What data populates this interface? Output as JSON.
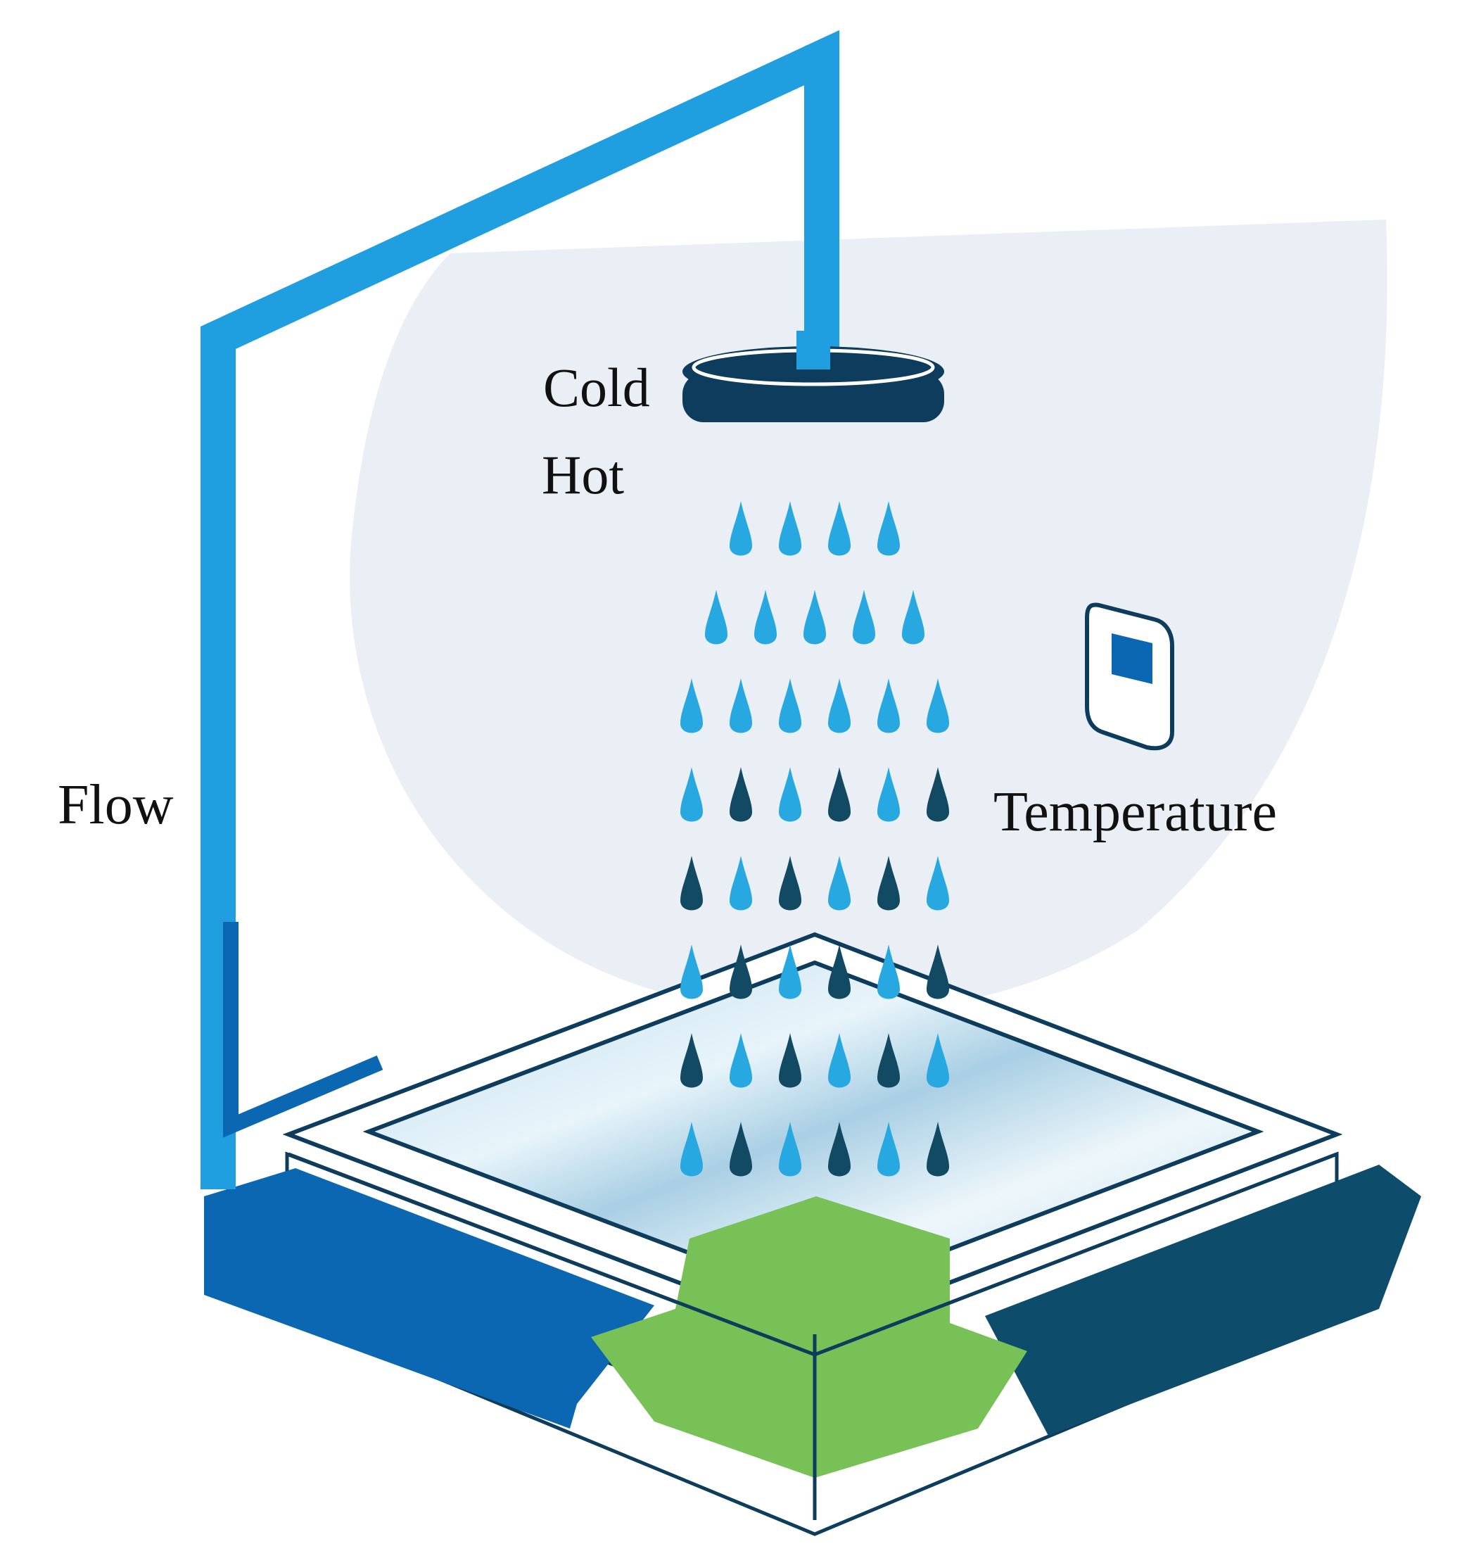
{
  "labels": {
    "cold": "Cold",
    "hot": "Hot",
    "flow": "Flow",
    "temperature": "Temperature"
  },
  "icons": {
    "pipe": "water-pipe-icon",
    "shower_head": "shower-head-icon",
    "thermostat": "thermostat-icon",
    "drop": "water-drop-icon"
  },
  "colors": {
    "pipe_blue": "#1f9ee0",
    "navy": "#0d3c5c",
    "drop_light": "#27a8e0",
    "drop_dark": "#134a63",
    "backdrop": "#e9eff4",
    "side_blue": "#0b67b2",
    "side_teal": "#0d4d6b",
    "green": "#77c156",
    "glass": "#cfe6f2"
  },
  "drop_rows": [
    "LLLL",
    "LLLLL",
    "LLLLLL",
    "LDLDLD",
    "DLDLDL",
    "LDLDLD",
    "DLDLDL",
    "LDLDLD"
  ]
}
